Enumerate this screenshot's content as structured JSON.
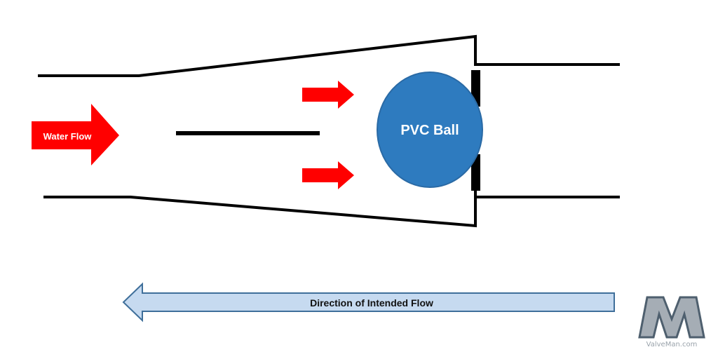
{
  "diagram": {
    "water_flow_label": "Water Flow",
    "ball_label": "PVC Ball",
    "intended_flow_label": "Direction of Intended Flow",
    "logo_text": "ValveMan.com",
    "logo_letter": "M"
  },
  "colors": {
    "red_arrow": "#ff0000",
    "ball_fill": "#2e7bbf",
    "ball_stroke": "#2a6aa5",
    "intended_arrow_fill": "#c6daf0",
    "intended_arrow_stroke": "#3f6f9a",
    "pipe_line": "#000000",
    "logo_fill": "#a5adb5",
    "logo_stroke": "#4e5f6e"
  }
}
